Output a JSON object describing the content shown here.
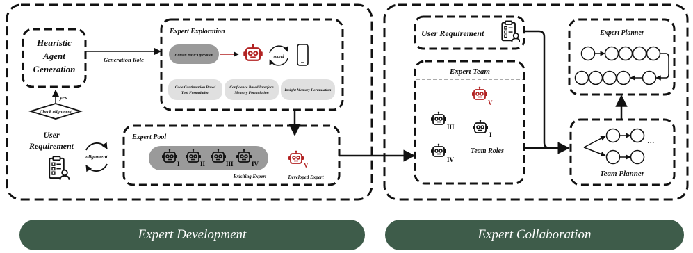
{
  "development": {
    "heuristic_label": [
      "Heuristic",
      "Agent",
      "Generation"
    ],
    "generation_role": "Generation Role",
    "yes": "yes",
    "check_alignment": "Check alignment",
    "user_requirement": [
      "User",
      "Requirement"
    ],
    "alignment": "alignment",
    "exploration": {
      "title": "Expert Exploration",
      "human_op": "Human Basic Operation",
      "round": "round",
      "cards": [
        [
          "Code Continuation Based",
          "Tool Formulation"
        ],
        [
          "Confidence Based Interface",
          "Memory Formulation"
        ],
        [
          "Insight Memory Formulation"
        ]
      ]
    },
    "pool": {
      "title": "Expert Pool",
      "numerals": [
        "I",
        "II",
        "III",
        "IV"
      ],
      "existing": "Exisiting Expert",
      "developed": "Developed Expert",
      "dev_numeral": "V"
    },
    "banner": "Expert Development"
  },
  "collaboration": {
    "user_requirement": "User Requirement",
    "team": {
      "title": "Expert Team",
      "numerals": [
        "V",
        "III",
        "I",
        "IV"
      ],
      "roles": "Team Roles"
    },
    "planner": {
      "title": "Expert Planner"
    },
    "team_planner": {
      "title": "Team Planner",
      "ellipsis": "..."
    },
    "banner": "Expert Collaboration"
  },
  "colors": {
    "accent_red": "#b22222",
    "banner_green": "#3e5c4a",
    "pill_gray": "#9a9a9a"
  }
}
